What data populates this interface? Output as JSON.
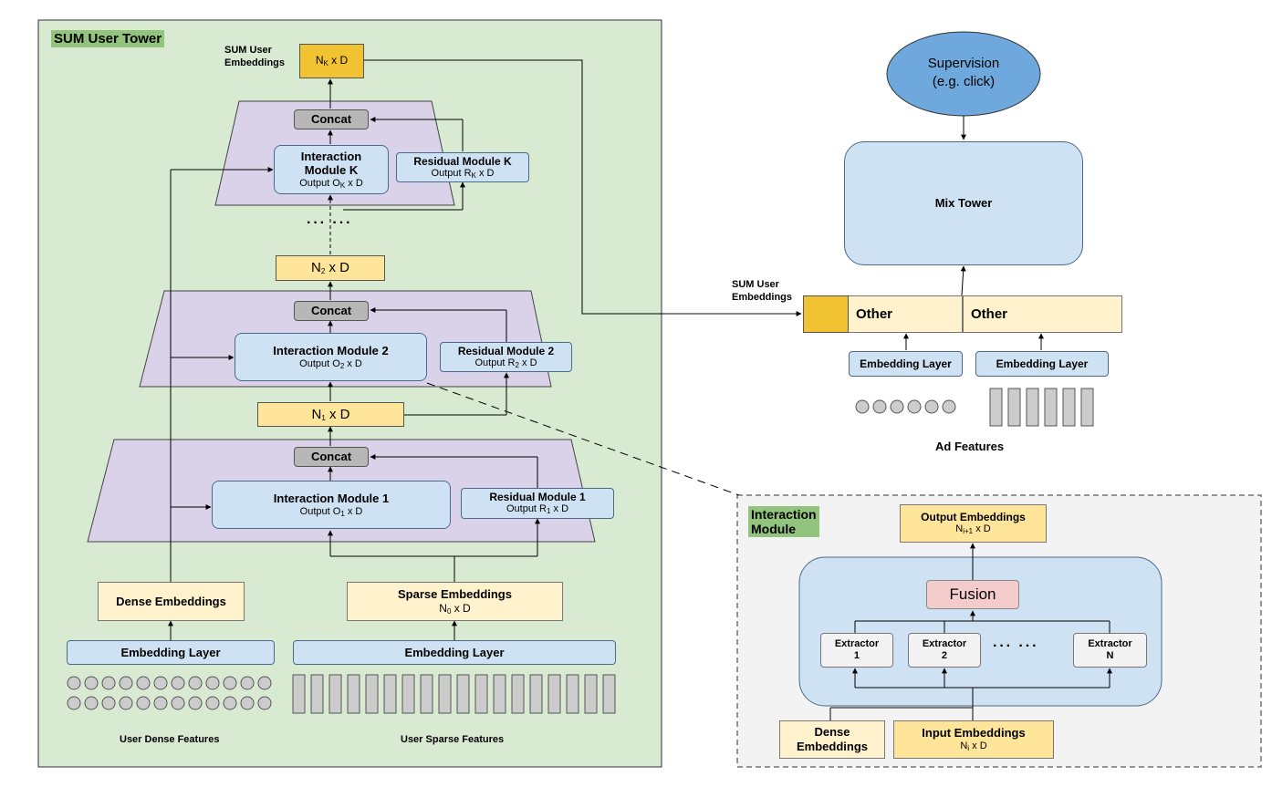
{
  "user_tower": {
    "title": "SUM User Tower",
    "output_label": "SUM User\nEmbeddings",
    "output": {
      "base": "N",
      "sub": "K",
      "rest": " x D"
    },
    "module_k": {
      "concat": "Concat",
      "interaction_title": "Interaction\nModule K",
      "interaction_output": {
        "base": "Output O",
        "sub": "K",
        "rest": " x D"
      },
      "residual_title": "Residual Module K",
      "residual_output": {
        "base": "Output R",
        "sub": "K",
        "rest": " x D"
      }
    },
    "ellipsis": "··· ···",
    "n2": {
      "base": "N",
      "sub": "2",
      "rest": " x D"
    },
    "module_2": {
      "concat": "Concat",
      "interaction_title": "Interaction Module 2",
      "interaction_output": {
        "base": "Output O",
        "sub": "2",
        "rest": " x D"
      },
      "residual_title": "Residual Module 2",
      "residual_output": {
        "base": "Output R",
        "sub": "2",
        "rest": " x D"
      }
    },
    "n1": {
      "base": "N",
      "sub": "1",
      "rest": " x D"
    },
    "module_1": {
      "concat": "Concat",
      "interaction_title": "Interaction Module 1",
      "interaction_output": {
        "base": "Output O",
        "sub": "1",
        "rest": " x D"
      },
      "residual_title": "Residual Module 1",
      "residual_output": {
        "base": "Output R",
        "sub": "1",
        "rest": " x D"
      }
    },
    "dense_embeddings": "Dense Embeddings",
    "sparse_embeddings_title": "Sparse Embeddings",
    "sparse_embeddings_dim": {
      "base": "N",
      "sub": "0",
      "rest": " x D"
    },
    "dense_embedding_layer": "Embedding Layer",
    "sparse_embedding_layer": "Embedding Layer",
    "dense_features_label": "User Dense Features",
    "sparse_features_label": "User Sparse Features"
  },
  "ad_side": {
    "supervision": "Supervision\n(e.g. click)",
    "mix_tower": "Mix Tower",
    "sum_label": "SUM User\nEmbeddings",
    "other_1": "Other",
    "other_2": "Other",
    "embedding_layer_1": "Embedding Layer",
    "embedding_layer_2": "Embedding Layer",
    "ad_features_label": "Ad Features"
  },
  "interaction_module_detail": {
    "title": "Interaction\nModule",
    "output_title": "Output Embeddings",
    "output_dim": {
      "base": "N",
      "sub": "i+1",
      "rest": " x D"
    },
    "fusion": "Fusion",
    "extractor_1": "Extractor\n1",
    "extractor_2": "Extractor\n2",
    "extractor_ellipsis": "··· ···",
    "extractor_n": "Extractor\nN",
    "dense_embeddings": "Dense\nEmbeddings",
    "input_title": "Input Embeddings",
    "input_dim": {
      "base": "N",
      "sub": "i",
      "rest": " x D"
    }
  },
  "colors": {
    "tower_bg": "#d9ead3",
    "module_bg": "#d9d2e9",
    "label_green": "#93c47d",
    "blue_box": "#cfe2f3",
    "yellow_box": "#fff2cc",
    "gold_box": "#f1c232",
    "supervision": "#6fa8dc",
    "fusion": "#f4cccc",
    "detail_bg": "#f3f3f3"
  }
}
